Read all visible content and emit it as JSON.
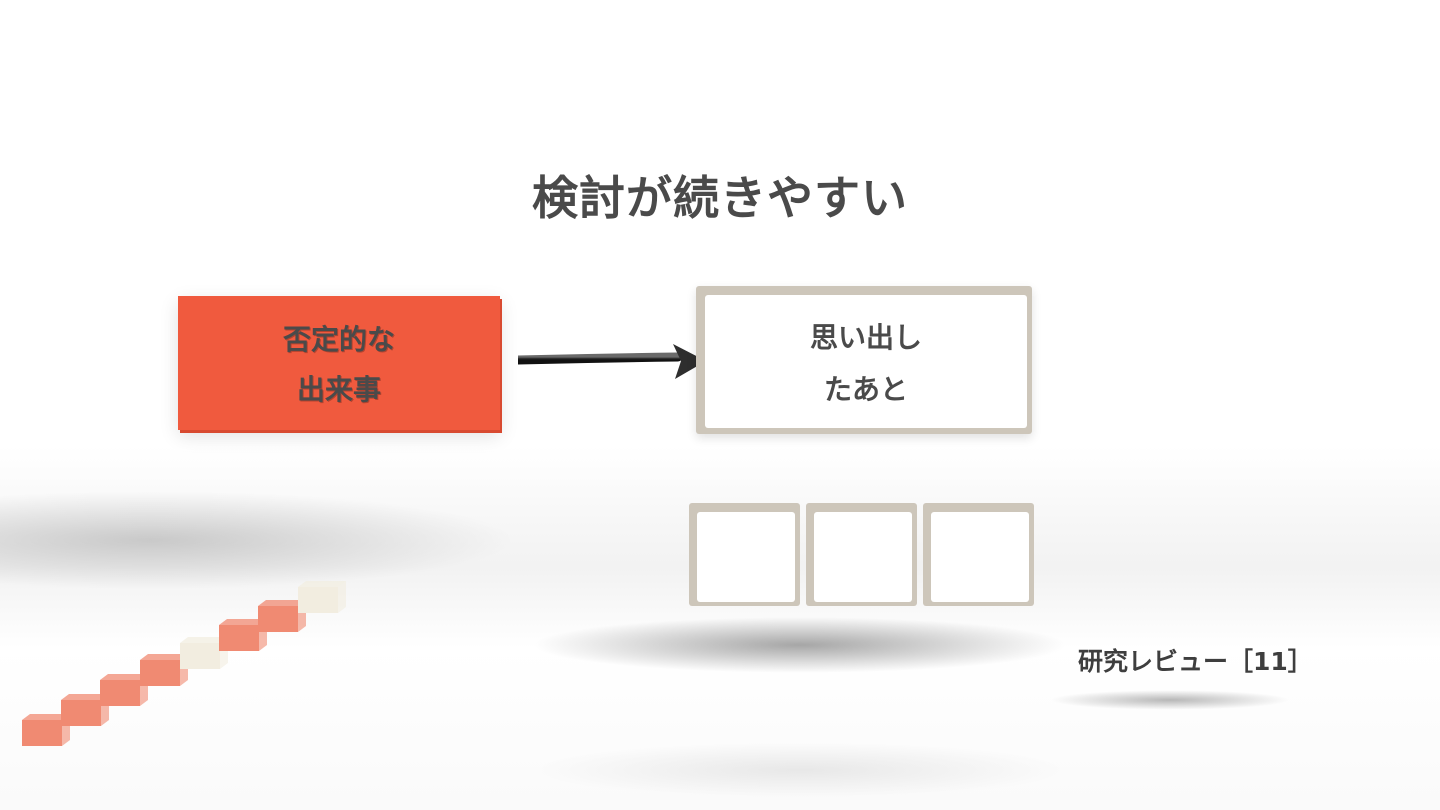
{
  "title": "検討が続きやすい",
  "negative_event": {
    "line1": "否定的な",
    "line2": "出来事"
  },
  "after_recall": {
    "line1": "思い出し",
    "line2": "たあと"
  },
  "empty_boxes": [
    {
      "name": "empty-box-1"
    },
    {
      "name": "empty-box-2"
    },
    {
      "name": "empty-box-3"
    }
  ],
  "footer": {
    "label": "研究レビュー［11］"
  },
  "colors": {
    "accent_orange": "#f05a3e",
    "frame_beige": "#cdc6ba",
    "text_dark": "#4a4a4a",
    "step_salmon": "#f08a72",
    "step_cream": "#f2ede0"
  }
}
